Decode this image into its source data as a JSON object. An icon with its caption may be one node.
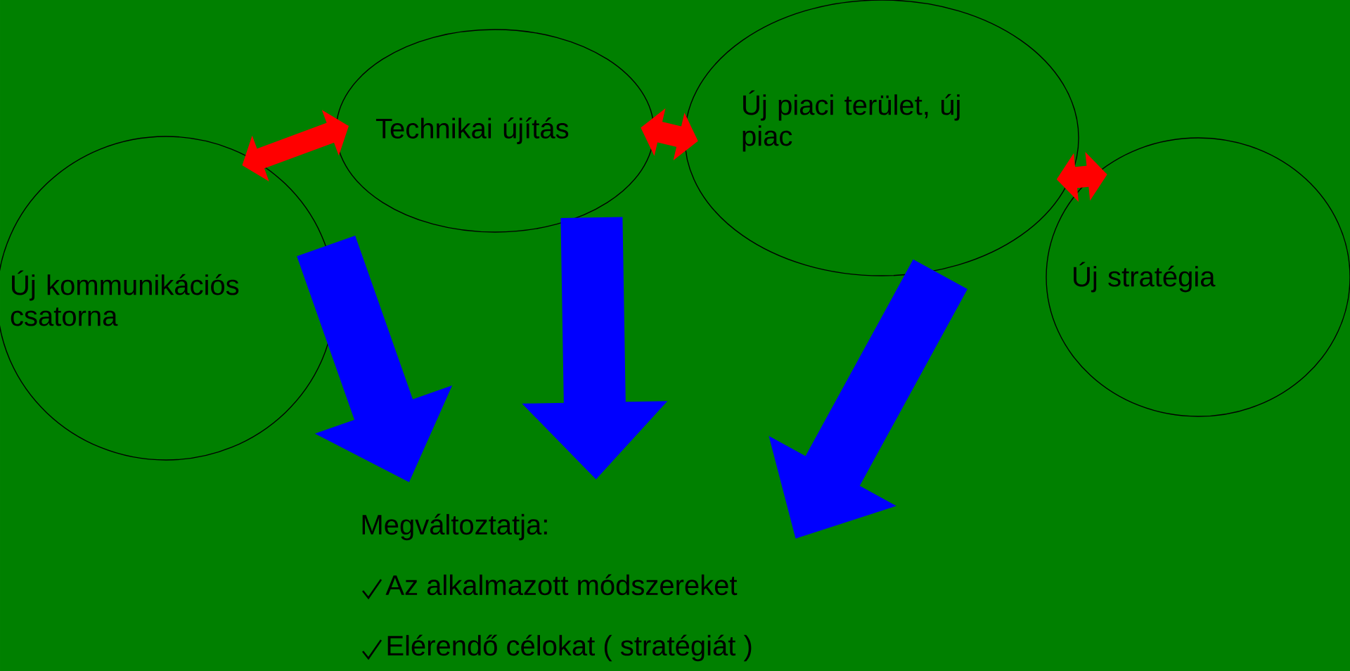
{
  "diagram": {
    "nodes": [
      {
        "text": [
          "Új kommunikációs csatorna"
        ]
      },
      {
        "text": [
          "Technikai újítás"
        ]
      },
      {
        "text": [
          "Új piaci terület, új piac"
        ]
      },
      {
        "text": [
          "Új stratégia"
        ]
      },
      {
        "text": [
          "Megváltoztatja:",
          "Az alkalmazott módszereket",
          "Elérendő célokat ( stratégiát )"
        ]
      }
    ],
    "edges": [
      {
        "from": 0,
        "to": 1,
        "arrow": "both",
        "color": "#ff0000"
      },
      {
        "from": 1,
        "to": 2,
        "arrow": "both",
        "color": "#ff0000"
      },
      {
        "from": 2,
        "to": 3,
        "arrow": "both",
        "color": "#ff0000"
      },
      {
        "from": 0,
        "to": 4,
        "arrow": "to",
        "style": "thick",
        "color": "#0000ff"
      },
      {
        "from": 1,
        "to": 4,
        "arrow": "to",
        "style": "thick",
        "color": "#0000ff"
      },
      {
        "from": 2,
        "to": 4,
        "arrow": "to",
        "style": "thick",
        "color": "#0000ff"
      }
    ]
  }
}
